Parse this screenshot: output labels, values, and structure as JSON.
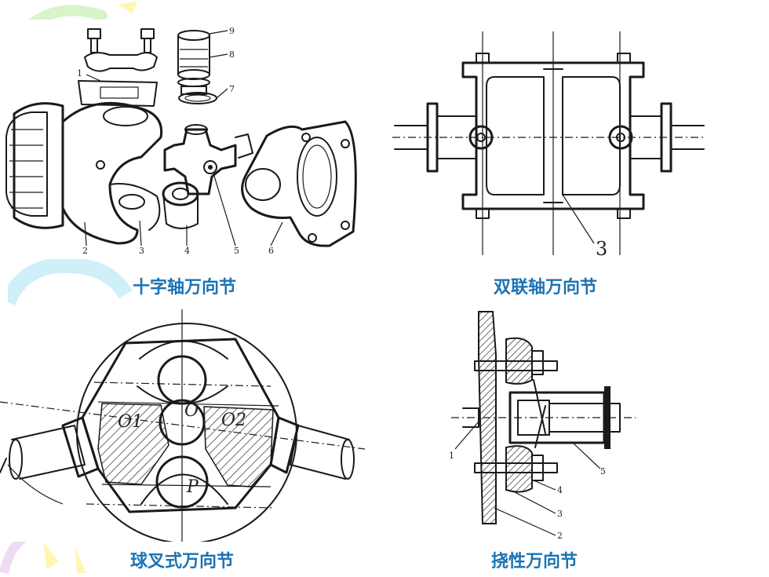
{
  "slide": {
    "captions": [
      "十字轴万向节",
      "双联轴万向节",
      "球叉式万向节",
      "挠性万向节"
    ]
  },
  "diagrams": {
    "cross": {
      "labels": [
        "9",
        "8",
        "1",
        "7",
        "2",
        "3",
        "4",
        "5",
        "6"
      ]
    },
    "double": {
      "labels": [
        "3"
      ]
    },
    "ball": {
      "labels": [
        "O",
        "O1",
        "O2",
        "P"
      ]
    },
    "flexible": {
      "labels": [
        "1",
        "5",
        "4",
        "3",
        "2"
      ]
    }
  },
  "colors": {
    "caption": "#1b73b3",
    "line": "#1a1a1a",
    "decoration_cyan": "#cfeff9",
    "decoration_yellow": "#fff6b3",
    "decoration_purple": "#eddcf3"
  }
}
